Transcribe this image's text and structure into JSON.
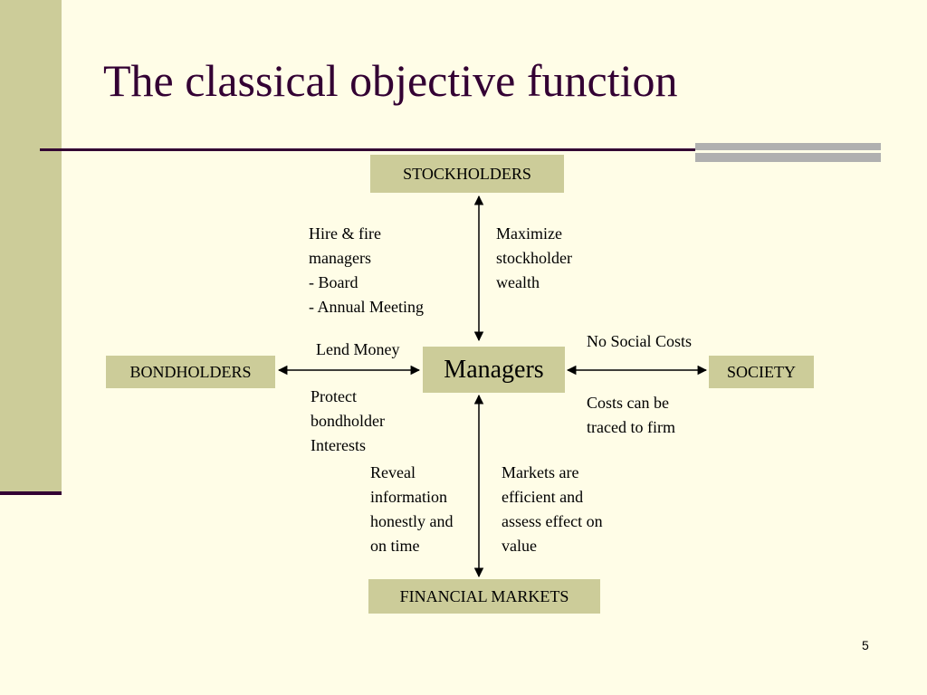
{
  "title": "The classical objective function",
  "boxes": {
    "stockholders": "STOCKHOLDERS",
    "managers": "Managers",
    "bondholders": "BONDHOLDERS",
    "society": "SOCIETY",
    "financial_markets": "FINANCIAL MARKETS"
  },
  "labels": {
    "hire_fire": [
      "Hire & fire",
      "managers",
      "- Board",
      "- Annual Meeting"
    ],
    "maximize": [
      "Maximize",
      "stockholder",
      "wealth"
    ],
    "no_social_costs": "No Social Costs",
    "lend_money": "Lend Money",
    "protect": [
      "Protect",
      "bondholder",
      "Interests"
    ],
    "costs_traced": [
      "Costs can be",
      "traced to firm"
    ],
    "reveal": [
      "Reveal",
      "information",
      "honestly and",
      "on time"
    ],
    "markets_efficient": [
      "Markets are",
      "efficient and",
      "assess effect on",
      "value"
    ]
  },
  "page_number": "5"
}
